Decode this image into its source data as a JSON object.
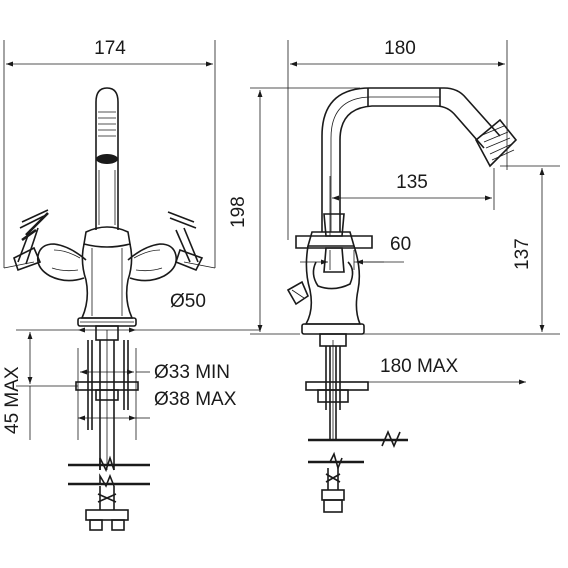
{
  "dimensions": {
    "front_width": "174",
    "side_width": "180",
    "height_total": "198",
    "spout_reach": "135",
    "spout_height": "137",
    "lever_offset": "60",
    "base_diameter": "Ø50",
    "hole_min": "Ø33 MIN",
    "hole_max": "Ø38 MAX",
    "deck_max": "45 MAX",
    "pipe_max": "180 MAX"
  },
  "colors": {
    "line": "#1a1a1a",
    "background": "#ffffff"
  }
}
